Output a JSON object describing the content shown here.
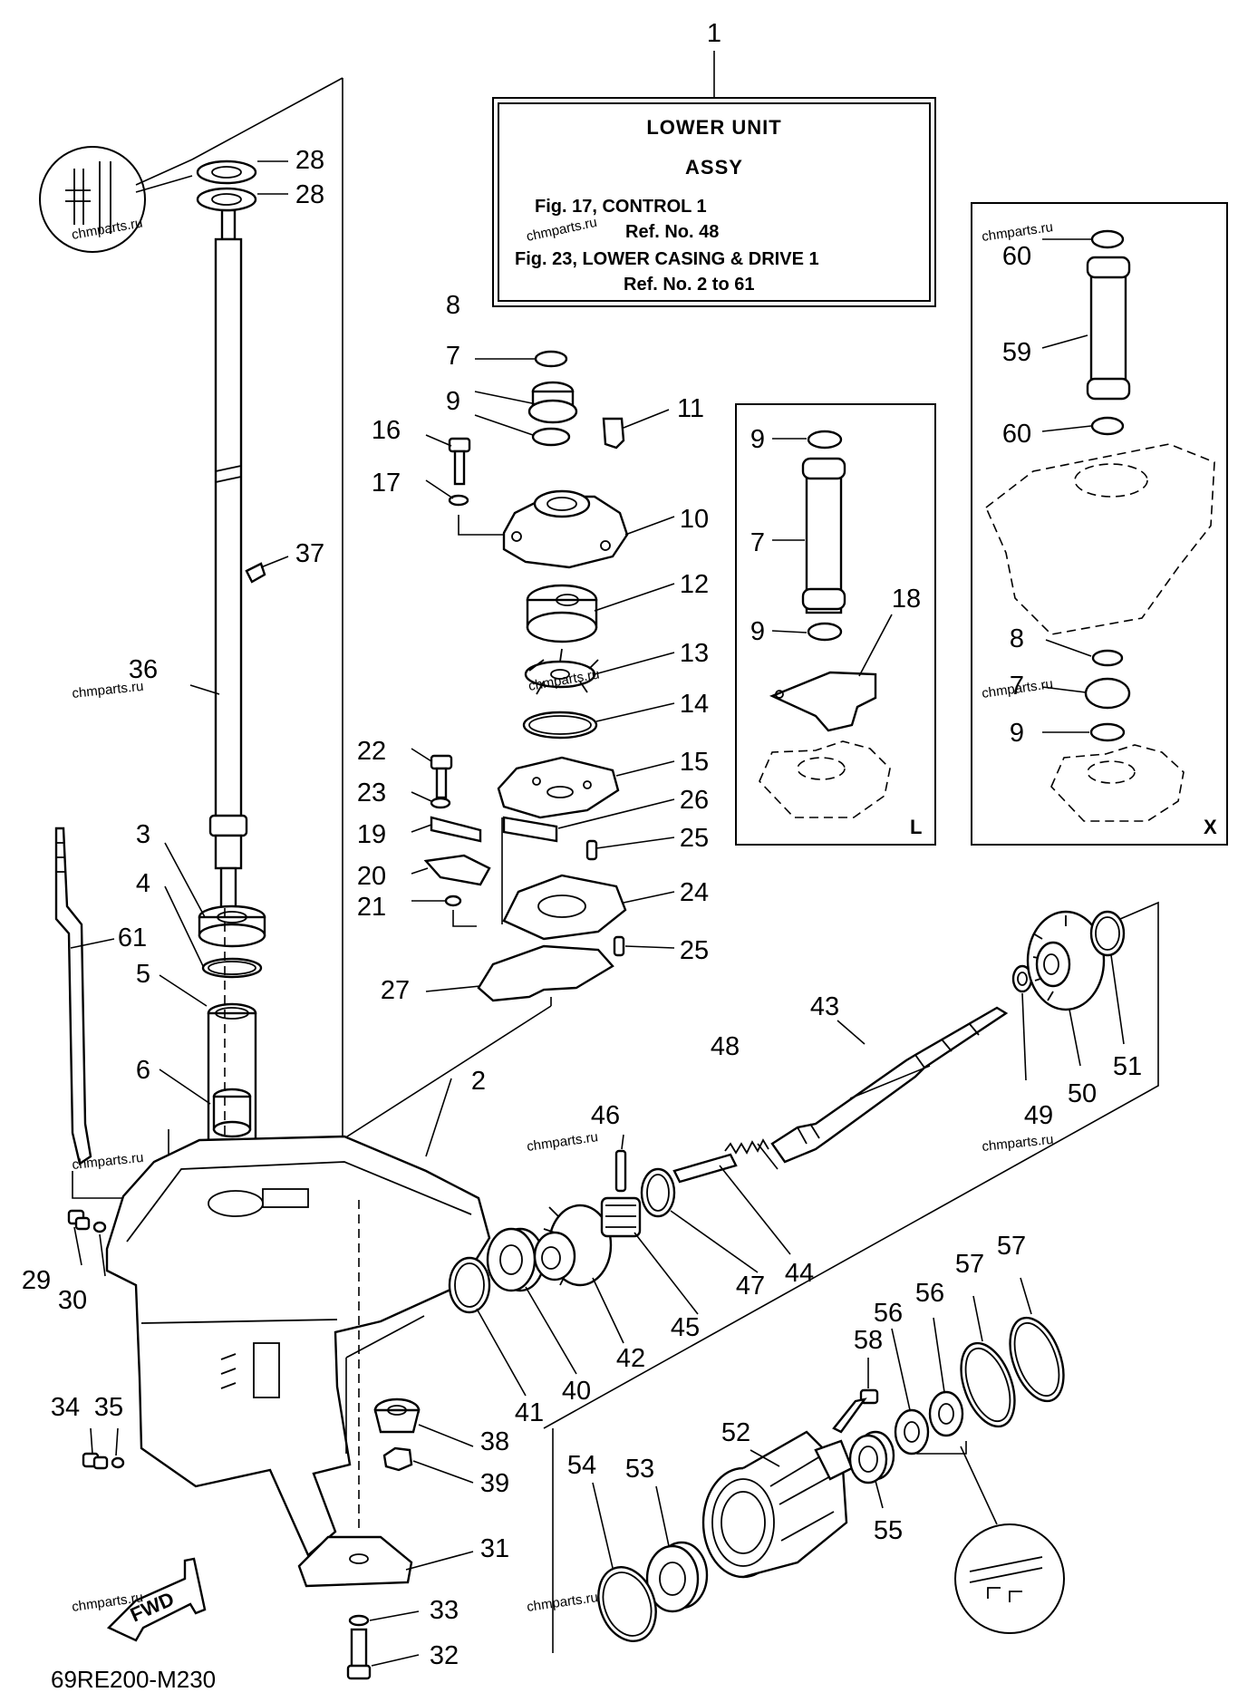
{
  "title_box": {
    "line1": "LOWER UNIT",
    "line2": "ASSY",
    "line3": "Fig. 17, CONTROL 1",
    "line4": "Ref. No. 48",
    "line5": "Fig. 23, LOWER CASING & DRIVE 1",
    "line6": "Ref. No. 2 to 61"
  },
  "diagram_code": "69RE200-M230",
  "watermark": "chmparts.ru",
  "fwd_label": "FWD",
  "inset_l_label": "L",
  "inset_x_label": "X",
  "callouts": {
    "c1": "1",
    "c2": "2",
    "c3": "3",
    "c4": "4",
    "c5": "5",
    "c6": "6",
    "c7": "7",
    "c8": "8",
    "c9": "9",
    "c10": "10",
    "c11": "11",
    "c12": "12",
    "c13": "13",
    "c14": "14",
    "c15": "15",
    "c16": "16",
    "c17": "17",
    "c19": "19",
    "c20": "20",
    "c21": "21",
    "c22": "22",
    "c23": "23",
    "c24": "24",
    "c25a": "25",
    "c25b": "25",
    "c26": "26",
    "c27": "27",
    "c28a": "28",
    "c28b": "28",
    "c29": "29",
    "c30": "30",
    "c31": "31",
    "c32": "32",
    "c33": "33",
    "c34": "34",
    "c35": "35",
    "c36": "36",
    "c37": "37",
    "c38": "38",
    "c39": "39",
    "c40": "40",
    "c41": "41",
    "c42": "42",
    "c43": "43",
    "c44": "44",
    "c45": "45",
    "c46": "46",
    "c47": "47",
    "c48": "48",
    "c49": "49",
    "c50": "50",
    "c51": "51",
    "c52": "52",
    "c53": "53",
    "c54": "54",
    "c55": "55",
    "c56a": "56",
    "c56b": "56",
    "c57a": "57",
    "c57b": "57",
    "c58": "58",
    "c61": "61",
    "l9a": "9",
    "l7": "7",
    "l9b": "9",
    "l18": "18",
    "x60a": "60",
    "x59": "59",
    "x60b": "60",
    "x8": "8",
    "x7": "7",
    "x9": "9"
  }
}
